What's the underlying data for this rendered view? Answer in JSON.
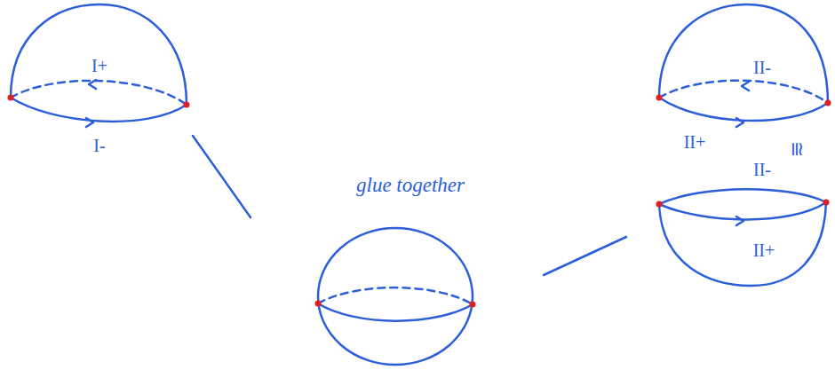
{
  "diagram": {
    "labels": [
      "I+",
      "I-",
      "II-",
      "II+",
      "≅",
      "II-",
      "II+",
      "glue together"
    ]
  }
}
